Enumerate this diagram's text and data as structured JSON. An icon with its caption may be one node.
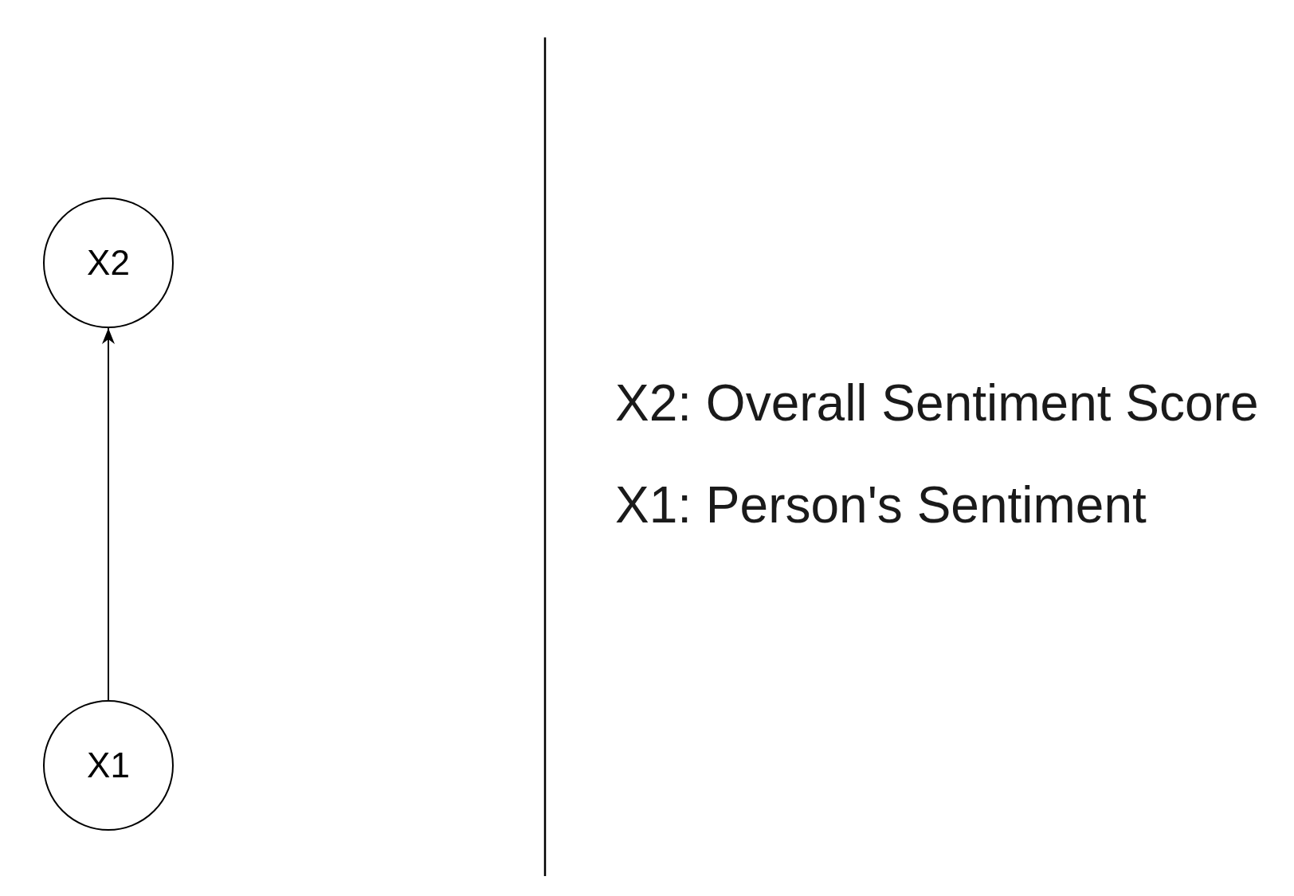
{
  "diagram": {
    "nodes": [
      {
        "text": [
          "X2"
        ]
      },
      {
        "text": [
          "X1"
        ]
      }
    ],
    "edges": [
      {
        "from": 1,
        "to": 0,
        "arrow": "to"
      }
    ],
    "labels": [
      "X2: Overall Sentiment Score",
      "X1: Person's Sentiment"
    ]
  }
}
